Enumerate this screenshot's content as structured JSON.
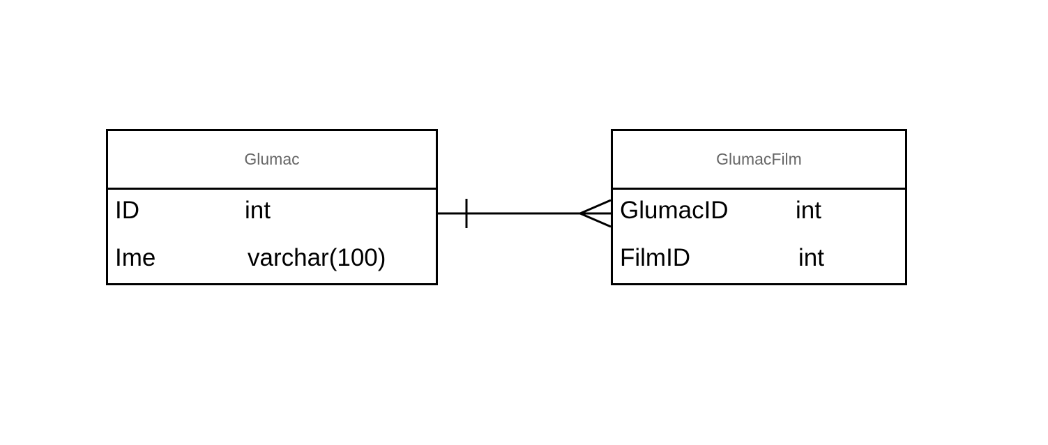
{
  "entities": [
    {
      "name": "Glumac",
      "attributes": [
        {
          "name": "ID",
          "type": "int"
        },
        {
          "name": "Ime",
          "type": "varchar(100)"
        }
      ]
    },
    {
      "name": "GlumacFilm",
      "attributes": [
        {
          "name": "GlumacID",
          "type": "int"
        },
        {
          "name": "FilmID",
          "type": "int"
        }
      ]
    }
  ],
  "relationship": {
    "from": "Glumac.ID",
    "to": "GlumacFilm.GlumacID",
    "from_cardinality": "one",
    "to_cardinality": "many"
  },
  "colors": {
    "line": "#000000",
    "header_text": "#666666",
    "attribute_text": "#000000",
    "background": "#ffffff"
  }
}
